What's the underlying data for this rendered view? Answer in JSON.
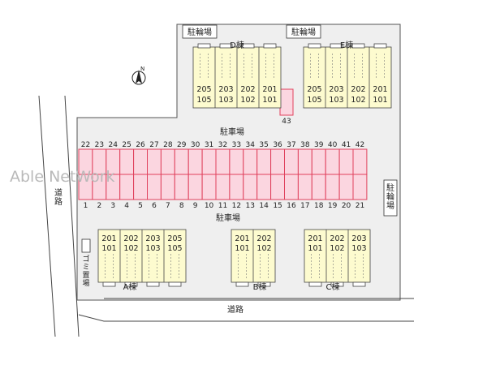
{
  "watermark": "Able NetWork",
  "compass": {
    "north_label": "N"
  },
  "areas": {
    "parking_top": "駐車場",
    "parking_mid": "駐車場",
    "road_left": "道路",
    "road_bottom": "道路",
    "garbage": "ゴミ置場"
  },
  "bicycle_parking": [
    "駐輪場",
    "駐輪場",
    "駐輪場"
  ],
  "parking": {
    "top_row": [
      "22",
      "23",
      "24",
      "25",
      "26",
      "27",
      "28",
      "29",
      "30",
      "31",
      "32",
      "33",
      "34",
      "35",
      "36",
      "37",
      "38",
      "39",
      "40",
      "41",
      "42"
    ],
    "bottom_row": [
      "1",
      "2",
      "3",
      "4",
      "5",
      "6",
      "7",
      "8",
      "9",
      "10",
      "11",
      "12",
      "13",
      "14",
      "15",
      "16",
      "17",
      "18",
      "19",
      "20",
      "21"
    ],
    "extra": "43"
  },
  "buildings": [
    {
      "name": "D棟",
      "units": [
        [
          "205",
          "105"
        ],
        [
          "203",
          "103"
        ],
        [
          "202",
          "102"
        ],
        [
          "201",
          "101"
        ]
      ]
    },
    {
      "name": "E棟",
      "units": [
        [
          "205",
          "105"
        ],
        [
          "203",
          "103"
        ],
        [
          "202",
          "102"
        ],
        [
          "201",
          "101"
        ]
      ]
    },
    {
      "name": "A棟",
      "units": [
        [
          "201",
          "101"
        ],
        [
          "202",
          "102"
        ],
        [
          "203",
          "103"
        ],
        [
          "205",
          "105"
        ]
      ]
    },
    {
      "name": "B棟",
      "units": [
        [
          "201",
          "101"
        ],
        [
          "202",
          "102"
        ]
      ]
    },
    {
      "name": "C棟",
      "units": [
        [
          "201",
          "101"
        ],
        [
          "202",
          "102"
        ],
        [
          "203",
          "103"
        ]
      ]
    }
  ],
  "colors": {
    "lot": "#efefef",
    "road": "#ffffff",
    "building": "#fdfbcf",
    "parking_fill": "#fbd6e0",
    "parking_stroke": "#e0405c"
  }
}
